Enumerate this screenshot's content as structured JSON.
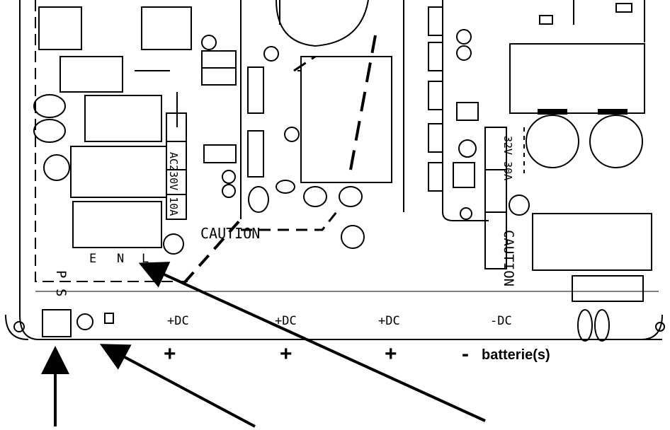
{
  "board_labels": {
    "caution_left": "CAUTION",
    "caution_right": "CAUTION",
    "ac_rating": "AC230V 10A",
    "dc_rating": "32V 30A",
    "enl": [
      "E",
      "N",
      "L"
    ],
    "ps": [
      "P",
      "S"
    ],
    "dc_terminals": [
      "+DC",
      "+DC",
      "+DC",
      "-DC"
    ]
  },
  "battery_row": {
    "signs": [
      "+",
      "+",
      "+",
      "-"
    ],
    "label": "batterie(s)"
  },
  "colors": {
    "ink": "#000000",
    "background": "#ffffff"
  }
}
